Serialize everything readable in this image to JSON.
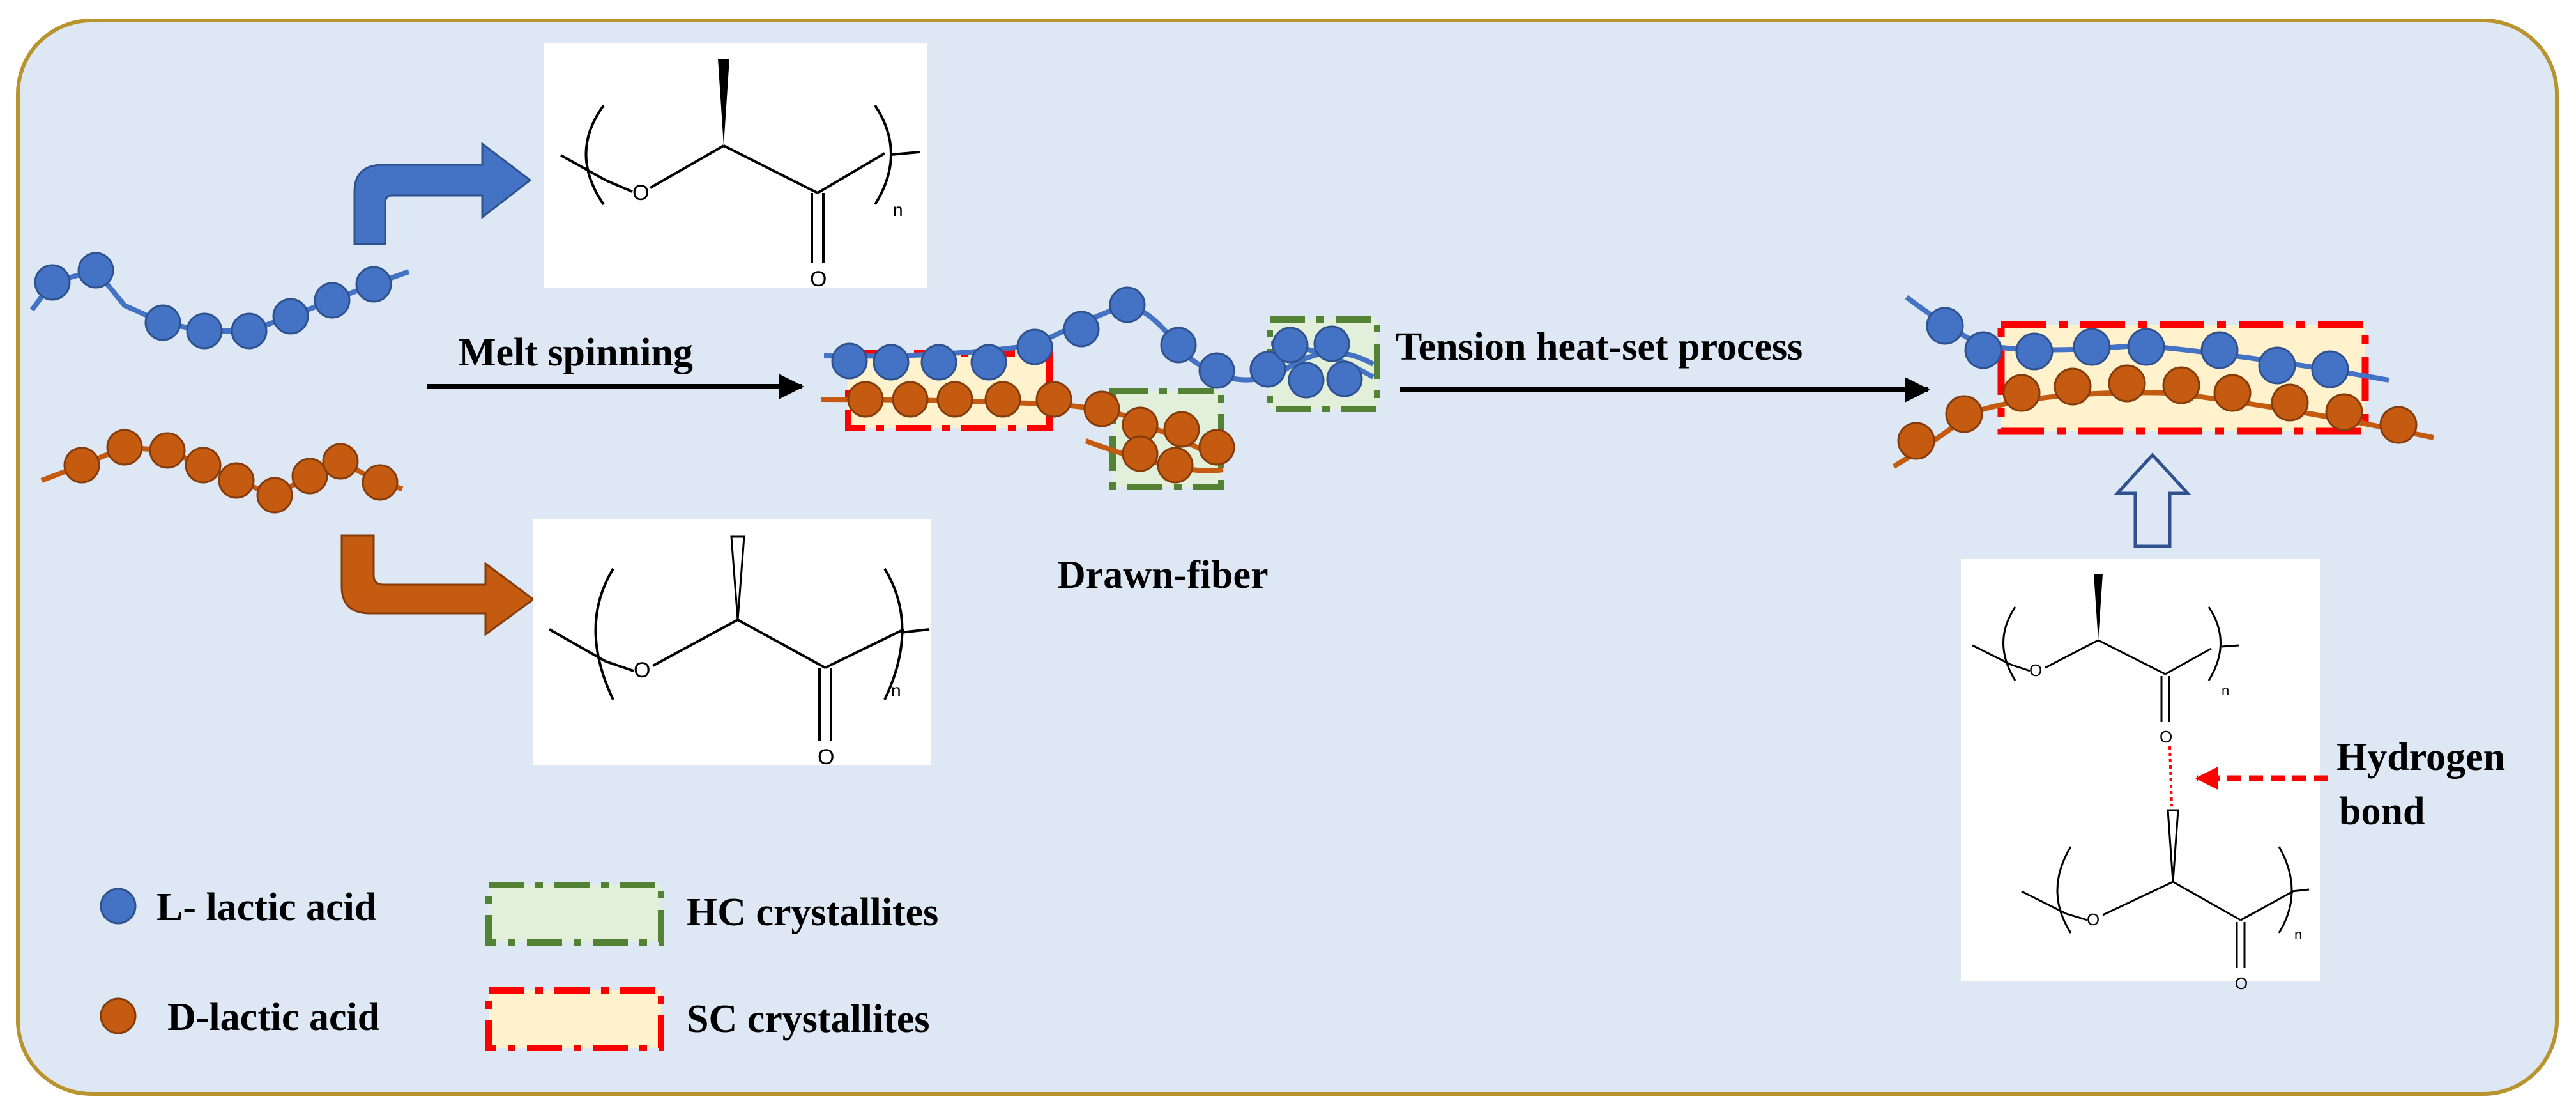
{
  "labels": {
    "melt_spinning": "Melt spinning",
    "tension_heat_set": "Tension heat-set process",
    "drawn_fiber": "Drawn-fiber",
    "hydrogen": "Hydrogen",
    "bond": "bond"
  },
  "legend": {
    "l_lactic": "L- lactic acid",
    "d_lactic": "D-lactic acid",
    "hc": "HC crystallites",
    "sc": "SC crystallites"
  },
  "structure": {
    "oxygen": "O",
    "carbonyl_oxygen": "O",
    "subscript": "n"
  },
  "colors": {
    "background": "#dde8f4",
    "frame_border": "#b8932e",
    "l_bead": "#4472c4",
    "l_bead_stroke": "#2f528f",
    "d_bead": "#c55a11",
    "d_bead_stroke": "#843c0c",
    "hc_fill": "#e2efda",
    "hc_border": "#548235",
    "sc_fill": "#fff2cc",
    "sc_border": "#ff0000",
    "hydrogen_bond": "#ff0000"
  },
  "icons": [
    "arrow-right-icon",
    "bent-arrow-icon",
    "hollow-up-arrow-icon",
    "dashed-arrow-icon"
  ]
}
